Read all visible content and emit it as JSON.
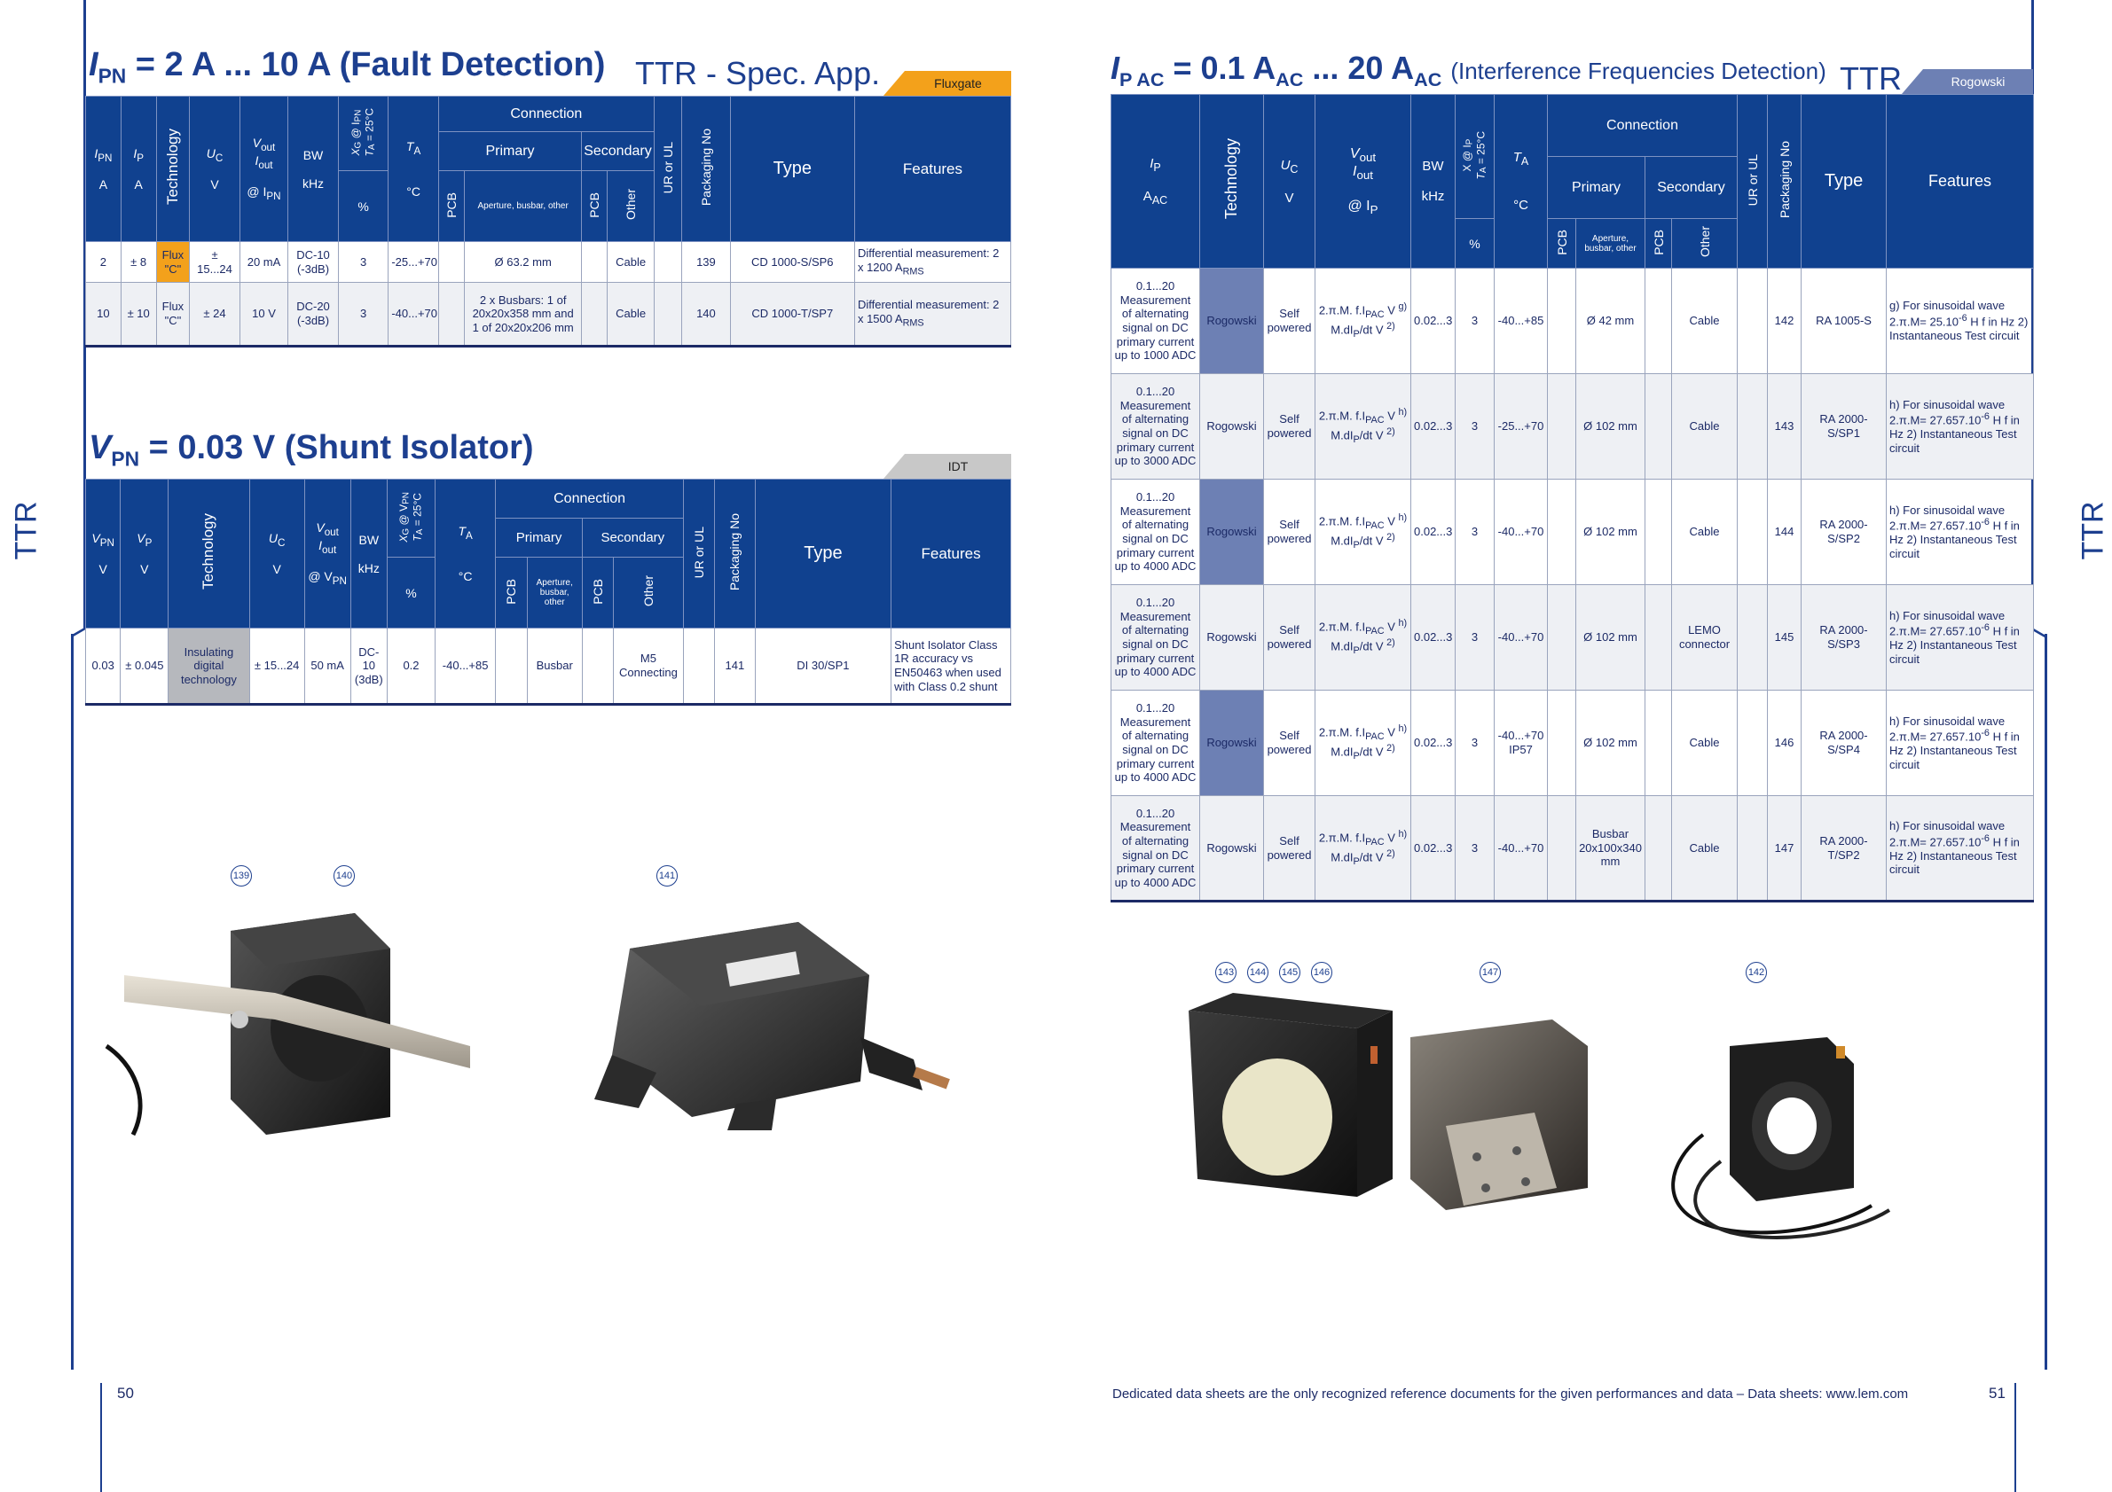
{
  "left": {
    "title_main": "= 2 A ... 10 A (Fault Detection)",
    "title_sym": "I",
    "title_sub": "PN",
    "subtitle": "TTR - Spec. App.",
    "tag": "Fluxgate",
    "table1": {
      "headers": {
        "ipn": "I",
        "ipn_sub": "PN",
        "ipn_unit": "A",
        "ip": "I",
        "ip_sub": "P",
        "ip_unit": "A",
        "technology": "Technology",
        "uc": "U",
        "uc_sub": "C",
        "uc_unit": "V",
        "vout": "V",
        "vout_sub": "out",
        "iout": "I",
        "iout_sub": "out",
        "vout_at": "@ I",
        "vout_at_sub": "PN",
        "bw": "BW",
        "bw_unit": "kHz",
        "x": "X",
        "x_sub": "G",
        "x_at": "@ I",
        "x_at_sub": "PN",
        "x_ta": "T",
        "x_ta_sub": "A",
        "x_ta_val": " = 25°C",
        "x_unit": "%",
        "ta": "T",
        "ta_sub": "A",
        "ta_unit": "°C",
        "connection": "Connection",
        "primary": "Primary",
        "secondary": "Secondary",
        "pcb": "PCB",
        "aperture": "Aperture, busbar, other",
        "pcb2": "PCB",
        "other": "Other",
        "ur": "UR or UL",
        "packaging": "Packaging No",
        "type": "Type",
        "features": "Features"
      },
      "rows": [
        {
          "ipn": "2",
          "ip": "± 8",
          "tech": "Flux \"C\"",
          "uc": "± 15...24",
          "vout": "20 mA",
          "bw": "DC-10 (-3dB)",
          "x": "3",
          "ta": "-25...+70",
          "pcb": "",
          "aperture": "Ø 63.2 mm",
          "pcb2": "",
          "other": "Cable",
          "ur": "",
          "pack": "139",
          "type": "CD 1000-S/SP6",
          "features": "Differential measurement: 2 x 1200 A",
          "features_sub": "RMS"
        },
        {
          "ipn": "10",
          "ip": "± 10",
          "tech": "Flux \"C\"",
          "uc": "± 24",
          "vout": "10 V",
          "bw": "DC-20 (-3dB)",
          "x": "3",
          "ta": "-40...+70",
          "pcb": "",
          "aperture": "2 x Busbars: 1 of 20x20x358 mm and 1 of 20x20x206 mm",
          "pcb2": "",
          "other": "Cable",
          "ur": "",
          "pack": "140",
          "type": "CD 1000-T/SP7",
          "features": "Differential measurement: 2 x 1500 A",
          "features_sub": "RMS"
        }
      ]
    },
    "title2_sym": "V",
    "title2_sub": "PN",
    "title2_main": "= 0.03 V (Shunt Isolator)",
    "tag2": "IDT",
    "table2": {
      "headers": {
        "vpn": "V",
        "vpn_sub": "PN",
        "vpn_unit": "V",
        "vp": "V",
        "vp_sub": "P",
        "vp_unit": "V",
        "technology": "Technology",
        "uc": "U",
        "uc_sub": "C",
        "uc_unit": "V",
        "vout": "V",
        "vout_sub": "out",
        "iout": "I",
        "iout_sub": "out",
        "vout_at": "@ V",
        "vout_at_sub": "PN",
        "bw": "BW",
        "bw_unit": "kHz",
        "x": "X",
        "x_sub": "G",
        "x_at": "@ V",
        "x_at_sub": "PN",
        "x_ta": "T",
        "x_ta_sub": "A",
        "x_ta_val": " = 25°C",
        "x_unit": "%",
        "ta": "T",
        "ta_sub": "A",
        "ta_unit": "°C",
        "connection": "Connection",
        "primary": "Primary",
        "secondary": "Secondary",
        "pcb": "PCB",
        "aperture": "Aperture, busbar, other",
        "pcb2": "PCB",
        "other": "Other",
        "ur": "UR or UL",
        "packaging": "Packaging No",
        "type": "Type",
        "features": "Features"
      },
      "rows": [
        {
          "vpn": "0.03",
          "vp": "± 0.045",
          "tech": "Insulating digital technology",
          "uc": "± 15...24",
          "vout": "50 mA",
          "bw": "DC-10 (3dB)",
          "x": "0.2",
          "ta": "-40...+85",
          "pcb": "",
          "aperture": "Busbar",
          "pcb2": "",
          "other": "M5 Connecting",
          "ur": "",
          "pack": "141",
          "type": "DI 30/SP1",
          "features": "Shunt Isolator Class 1R accuracy vs EN50463 when used with Class 0.2 shunt"
        }
      ]
    },
    "callouts": [
      "139",
      "140",
      "141"
    ],
    "page_number": "50",
    "side_tab": "TTR"
  },
  "right": {
    "title_sym": "I",
    "title_sub": "P AC",
    "title_main": "= 0.1 A",
    "title_main_sub": "AC",
    "title_mid": " ... 20 A",
    "title_mid_sub": "AC",
    "title_paren": "(Interference Frequencies Detection)",
    "subtitle": "TTR",
    "tag": "Rogowski",
    "table": {
      "headers": {
        "ip": "I",
        "ip_sub": "P",
        "ip_unit": "A",
        "ip_unit_sub": "AC",
        "technology": "Technology",
        "uc": "U",
        "uc_sub": "C",
        "uc_unit": "V",
        "vout": "V",
        "vout_sub": "out",
        "iout": "I",
        "iout_sub": "out",
        "vout_at": "@ I",
        "vout_at_sub": "P",
        "bw": "BW",
        "bw_unit": "kHz",
        "x": "X @ I",
        "x_sub": "P",
        "x_ta": "T",
        "x_ta_sub": "A",
        "x_ta_val": " = 25°C",
        "x_unit": "%",
        "ta": "T",
        "ta_sub": "A",
        "ta_unit": "°C",
        "connection": "Connection",
        "primary": "Primary",
        "secondary": "Secondary",
        "pcb": "PCB",
        "aperture": "Aperture, busbar, other",
        "pcb2": "PCB",
        "other": "Other",
        "ur": "UR or UL",
        "packaging": "Packaging No",
        "type": "Type",
        "features": "Features"
      },
      "rows": [
        {
          "ip": "0.1...20 Measurement of alternating signal on DC primary current up to 1000 ADC",
          "tech": "Rogowski",
          "uc": "Self powered",
          "vout": "2.π.M. f.I",
          "vout_sub": "PAC",
          "vout_b": " V ",
          "vout_sup": "g)",
          "vout2": "M.dI",
          "vout2_sub": "P",
          "vout2_b": "/dt V ",
          "vout2_sup": "2)",
          "bw": "0.02...3",
          "x": "3",
          "ta": "-40...+85",
          "pcb": "",
          "aperture": "Ø 42 mm",
          "pcb2": "",
          "other": "Cable",
          "ur": "",
          "pack": "142",
          "type": "RA 1005-S",
          "features": "g) For sinusoidal wave 2.π.M= 25.10",
          "features_sup": "-6",
          "features_b": " H f in Hz 2) Instantaneous Test circuit"
        },
        {
          "ip": "0.1...20 Measurement of alternating signal on DC primary current up to 3000 ADC",
          "tech": "Rogowski",
          "uc": "Self powered",
          "vout": "2.π.M. f.I",
          "vout_sub": "PAC",
          "vout_b": " V ",
          "vout_sup": "h)",
          "vout2": "M.dI",
          "vout2_sub": "P",
          "vout2_b": "/dt V ",
          "vout2_sup": "2)",
          "bw": "0.02...3",
          "x": "3",
          "ta": "-25...+70",
          "pcb": "",
          "aperture": "Ø 102 mm",
          "pcb2": "",
          "other": "Cable",
          "ur": "",
          "pack": "143",
          "type": "RA 2000-S/SP1",
          "features": "h) For sinusoidal wave 2.π.M= 27.657.10",
          "features_sup": "-6",
          "features_b": " H f in Hz 2) Instantaneous Test circuit"
        },
        {
          "ip": "0.1...20 Measurement of alternating signal on DC primary current up to 4000 ADC",
          "tech": "Rogowski",
          "uc": "Self powered",
          "vout": "2.π.M. f.I",
          "vout_sub": "PAC",
          "vout_b": " V ",
          "vout_sup": "h)",
          "vout2": "M.dI",
          "vout2_sub": "P",
          "vout2_b": "/dt V ",
          "vout2_sup": "2)",
          "bw": "0.02...3",
          "x": "3",
          "ta": "-40...+70",
          "pcb": "",
          "aperture": "Ø 102 mm",
          "pcb2": "",
          "other": "Cable",
          "ur": "",
          "pack": "144",
          "type": "RA 2000-S/SP2",
          "features": "h) For sinusoidal wave 2.π.M= 27.657.10",
          "features_sup": "-6",
          "features_b": " H f in Hz 2) Instantaneous Test circuit"
        },
        {
          "ip": "0.1...20 Measurement of alternating signal on DC primary current up to 4000 ADC",
          "tech": "Rogowski",
          "uc": "Self powered",
          "vout": "2.π.M. f.I",
          "vout_sub": "PAC",
          "vout_b": " V ",
          "vout_sup": "h)",
          "vout2": "M.dI",
          "vout2_sub": "P",
          "vout2_b": "/dt V ",
          "vout2_sup": "2)",
          "bw": "0.02...3",
          "x": "3",
          "ta": "-40...+70",
          "pcb": "",
          "aperture": "Ø 102 mm",
          "pcb2": "",
          "other": "LEMO connector",
          "ur": "",
          "pack": "145",
          "type": "RA 2000-S/SP3",
          "features": "h) For sinusoidal wave 2.π.M= 27.657.10",
          "features_sup": "-6",
          "features_b": " H f in Hz 2) Instantaneous Test circuit"
        },
        {
          "ip": "0.1...20 Measurement of alternating signal on DC primary current up to 4000 ADC",
          "tech": "Rogowski",
          "uc": "Self powered",
          "vout": "2.π.M. f.I",
          "vout_sub": "PAC",
          "vout_b": " V ",
          "vout_sup": "h)",
          "vout2": "M.dI",
          "vout2_sub": "P",
          "vout2_b": "/dt V ",
          "vout2_sup": "2)",
          "bw": "0.02...3",
          "x": "3",
          "ta": "-40...+70 IP57",
          "pcb": "",
          "aperture": "Ø 102 mm",
          "pcb2": "",
          "other": "Cable",
          "ur": "",
          "pack": "146",
          "type": "RA 2000-S/SP4",
          "features": "h) For sinusoidal wave 2.π.M= 27.657.10",
          "features_sup": "-6",
          "features_b": " H f in Hz 2) Instantaneous Test circuit"
        },
        {
          "ip": "0.1...20 Measurement of alternating signal on DC primary current up to 4000 ADC",
          "tech": "Rogowski",
          "uc": "Self powered",
          "vout": "2.π.M. f.I",
          "vout_sub": "PAC",
          "vout_b": " V ",
          "vout_sup": "h)",
          "vout2": "M.dI",
          "vout2_sub": "P",
          "vout2_b": "/dt V ",
          "vout2_sup": "2)",
          "bw": "0.02...3",
          "x": "3",
          "ta": "-40...+70",
          "pcb": "",
          "aperture": "Busbar 20x100x340 mm",
          "pcb2": "",
          "other": "Cable",
          "ur": "",
          "pack": "147",
          "type": "RA 2000-T/SP2",
          "features": "h) For sinusoidal wave 2.π.M= 27.657.10",
          "features_sup": "-6",
          "features_b": " H f in Hz 2) Instantaneous Test circuit"
        }
      ]
    },
    "callouts": [
      "143",
      "144",
      "145",
      "146",
      "147",
      "142"
    ],
    "footer_note": "Dedicated data sheets are the only recognized reference documents for the given performances and data – Data sheets: www.lem.com",
    "page_number": "51",
    "side_tab": "TTR"
  },
  "colors": {
    "brand_blue": "#10418f",
    "accent_orange": "#f3a11b",
    "rogowski_blue": "#6d80b4"
  }
}
